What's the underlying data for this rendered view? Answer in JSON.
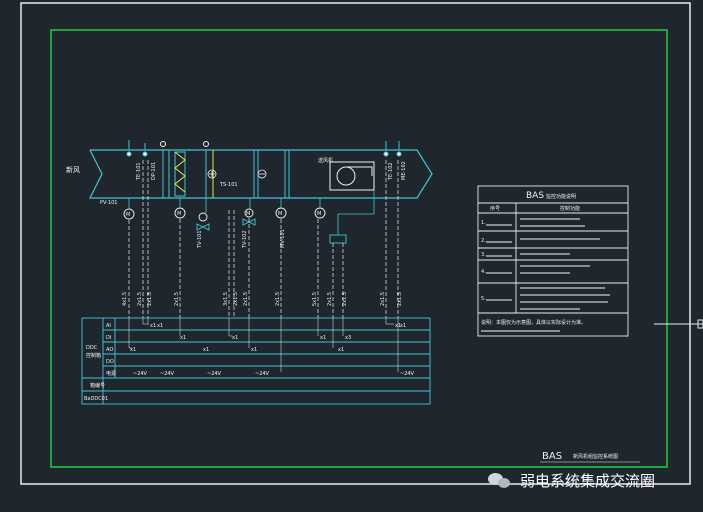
{
  "colors": {
    "background": "#1f262e",
    "outer_frame": "#e8ecef",
    "inner_frame": "#19d23a",
    "drawing": "#3ec6d6",
    "text": "#f1f1f1",
    "yellow_text": "#f0e04a",
    "red_marks": "#d84a4a",
    "green_marks": "#3ad06a"
  },
  "duct": {
    "label": "新风",
    "fan_label": "送风机"
  },
  "tags": {
    "pv": "PV-101",
    "te1": "TE-101",
    "dp1": "DP-101",
    "ts": "TS-101",
    "tv1": "TV-101",
    "tv2": "TV-102",
    "mv": "MV-101",
    "te2": "TE-102",
    "me": "ME-102"
  },
  "cables": {
    "c1": "4x1.5",
    "c2": "2x1.5",
    "c3": "2x1.5",
    "c4": "2x1.5",
    "c5": "3x1.5",
    "c6": "2x1.5",
    "c7": "2x1.5",
    "c8": "2x1.5",
    "c9": "5x1.5",
    "c10": "2x1.5",
    "c11": "2x1.5",
    "c12": "2x1.5",
    "c13": "2x1.5"
  },
  "ddc": {
    "title": "DDC",
    "sub": "控制箱",
    "rows": [
      "AI",
      "DI",
      "AO",
      "DO",
      "电源"
    ],
    "bottom_rows": [
      "箱编号",
      "BaDDC01"
    ],
    "marks": {
      "ai": [
        "x1",
        "x1",
        "x1",
        "x1",
        "x1"
      ],
      "di": [
        "x1",
        "x3"
      ],
      "ao": [
        "x1",
        "x1",
        "x1"
      ],
      "do": [
        "x1",
        "x1"
      ],
      "power": [
        "~24V",
        "~24V",
        "~24V",
        "~24V",
        "~24V"
      ]
    }
  },
  "function_table": {
    "title": "BAS",
    "title_cn": "监控功能说明",
    "header": [
      "序号",
      "控制功能"
    ],
    "items": [
      "1.",
      "2.",
      "3.",
      "4.",
      "5."
    ],
    "note": "说明：本图仅为示意图，具体以实际设计为准。"
  },
  "drawing_title": {
    "prefix": "BAS",
    "text": "新风机组监控系统图"
  },
  "watermark": "弱电系统集成交流圈"
}
